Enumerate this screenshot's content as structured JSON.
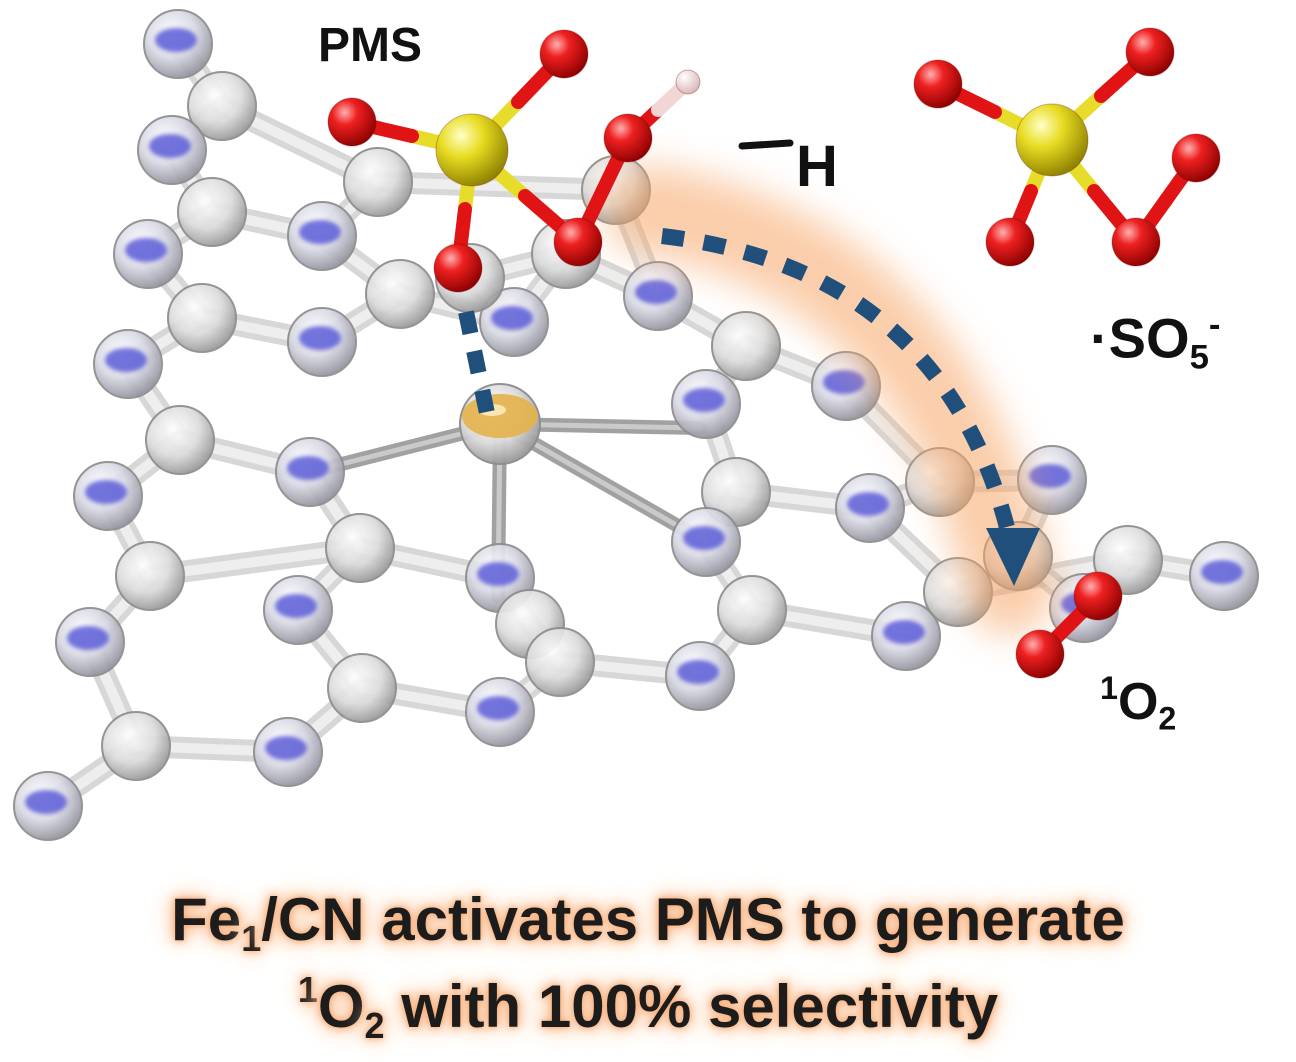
{
  "labels": {
    "pms": "PMS",
    "minus_h": "H",
    "so5_prefix": "·SO",
    "so5_sub": "5",
    "so5_sup": "-",
    "o2_sup": "1",
    "o2_main": "O",
    "o2_sub": "2"
  },
  "caption": {
    "line1_a": "Fe",
    "line1_sub": "1",
    "line1_b": "/CN activates PMS to generate",
    "line2_sup": "1",
    "line2_a": "O",
    "line2_sub": "2",
    "line2_b": " with 100% selectivity"
  },
  "colors": {
    "nitrogen": "#5d5dd8",
    "carbon": "#d4d4d4",
    "iron": "#e2b14a",
    "sulfur": "#e8dc2a",
    "oxygen": "#e01414",
    "hydrogen": "#f2d6d6",
    "arrow": "#1f4f7a",
    "glow": "#f7a566"
  }
}
